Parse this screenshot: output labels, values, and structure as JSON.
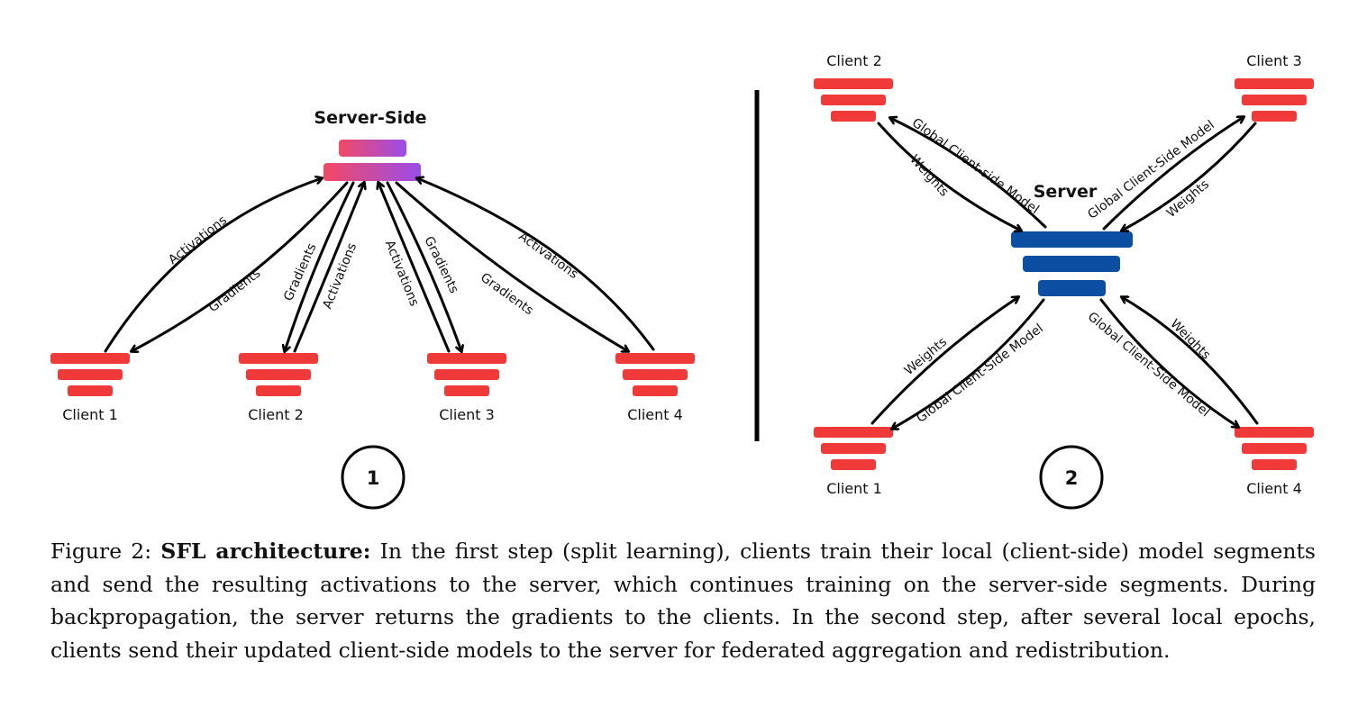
{
  "panel1": {
    "server_label": "Server-Side",
    "clients": [
      "Client 1",
      "Client 2",
      "Client 3",
      "Client 4"
    ],
    "edges": {
      "c1_activations": "Activations",
      "c1_gradients": "Gradients",
      "c2_gradients": "Gradients",
      "c2_activations": "Activations",
      "c3_activations": "Activations",
      "c3_gradients": "Gradients",
      "c4_gradients": "Gradients",
      "c4_activations": "Activations"
    },
    "step_number": "1"
  },
  "panel2": {
    "server_label": "Server",
    "clients": {
      "c1": "Client 1",
      "c2": "Client 2",
      "c3": "Client 3",
      "c4": "Client 4"
    },
    "edges": {
      "c2_model": "Global Client-side Model",
      "c2_weights": "Weights",
      "c3_model": "Global Client-Side Model",
      "c3_weights": "Weights",
      "c1_weights": "Weights",
      "c1_model": "Global Client-Side Model",
      "c4_model": "Global Client-Side Model",
      "c4_weights": "Weights"
    },
    "step_number": "2"
  },
  "colors": {
    "client_red": "#f03a3a",
    "server_blue": "#0b4ea2",
    "gradient_start": "#f24a63",
    "gradient_end": "#9a4dea"
  },
  "caption": {
    "figure_label": "Figure 2:",
    "bold_title": "SFL architecture:",
    "text": "In the first step (split learning), clients train their local (client-side) model segments and send the resulting activations to the server, which continues training on the server-side segments. During backpropagation, the server returns the gradients to the clients. In the second step, after several local epochs, clients send their updated client-side models to the server for federated aggregation and redistribution."
  }
}
